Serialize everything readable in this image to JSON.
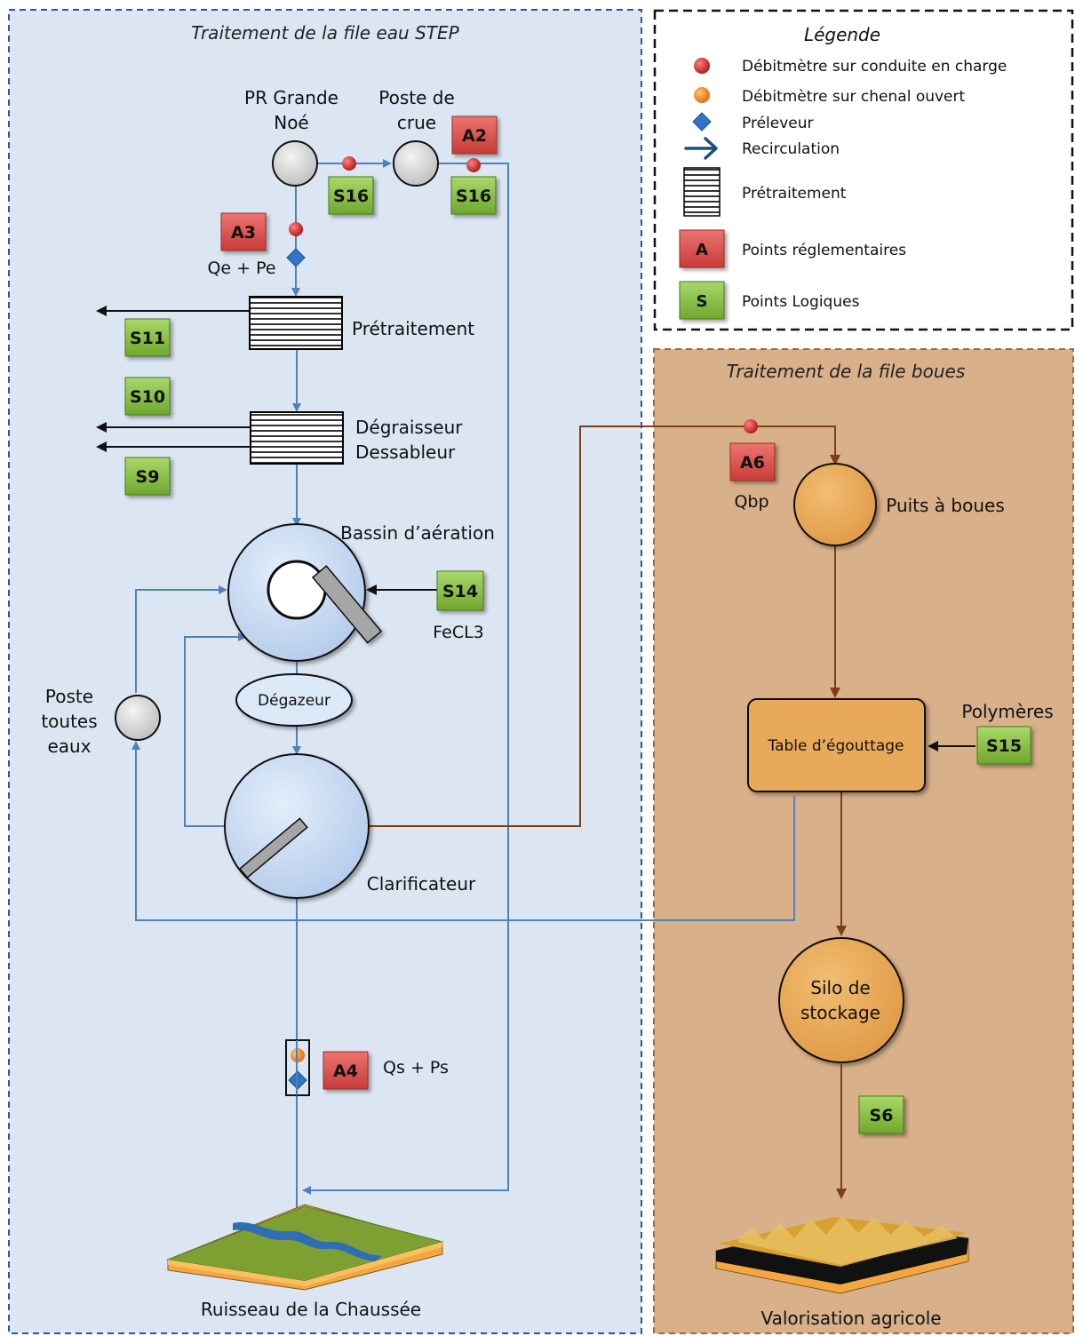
{
  "water_panel": {
    "title": "Traitement de la file eau STEP"
  },
  "sludge_panel": {
    "title": "Traitement de la file boues"
  },
  "legend": {
    "title": "Légende",
    "items": [
      {
        "symbol": "red-dot",
        "label": "Débitmètre sur conduite en charge"
      },
      {
        "symbol": "orange-dot",
        "label": "Débitmètre sur chenal ouvert"
      },
      {
        "symbol": "blue-diamond",
        "label": "Préleveur"
      },
      {
        "symbol": "arrow",
        "label": "Recirculation"
      },
      {
        "symbol": "stripes",
        "label": "Prétraitement"
      },
      {
        "symbol": "red-square",
        "badge": "A",
        "label": "Points réglementaires"
      },
      {
        "symbol": "green-square",
        "badge": "S",
        "label": "Points Logiques"
      }
    ]
  },
  "nodes": {
    "pr_grande_noe": [
      "PR Grande",
      "Noé"
    ],
    "poste_de_crue": [
      "Poste de",
      "crue"
    ],
    "qe_pe": "Qe + Pe",
    "pretraitement": "Prétraitement",
    "degraisseur": [
      "Dégraisseur",
      "Dessableur"
    ],
    "bassin": "Bassin d’aération",
    "fecl3": "FeCL3",
    "degazeur": "Dégazeur",
    "poste_toutes_eaux": [
      "Poste",
      "toutes",
      "eaux"
    ],
    "clarificateur": "Clarificateur",
    "qs_ps": "Qs + Ps",
    "ruisseau": "Ruisseau de la Chaussée",
    "qbp": "Qbp",
    "puits": "Puits à boues",
    "polymeres": "Polymères",
    "table": "Table d’égouttage",
    "silo": [
      "Silo de",
      "stockage"
    ],
    "valorisation": "Valorisation agricole"
  },
  "badges": {
    "a2": "A2",
    "a3": "A3",
    "a4": "A4",
    "a6": "A6",
    "s16a": "S16",
    "s16b": "S16",
    "s11": "S11",
    "s10": "S10",
    "s9": "S9",
    "s14": "S14",
    "s15": "S15",
    "s6": "S6"
  },
  "colors": {
    "water_bg": "#dce6f2",
    "sludge_bg": "#d8b08a",
    "water_line": "#4f81bd",
    "sludge_line": "#7f3f10",
    "badge_red": "#d9534f",
    "badge_green": "#8ec63f",
    "sludge_tank": "#e9a95a",
    "basin": "#c6d9f1"
  }
}
